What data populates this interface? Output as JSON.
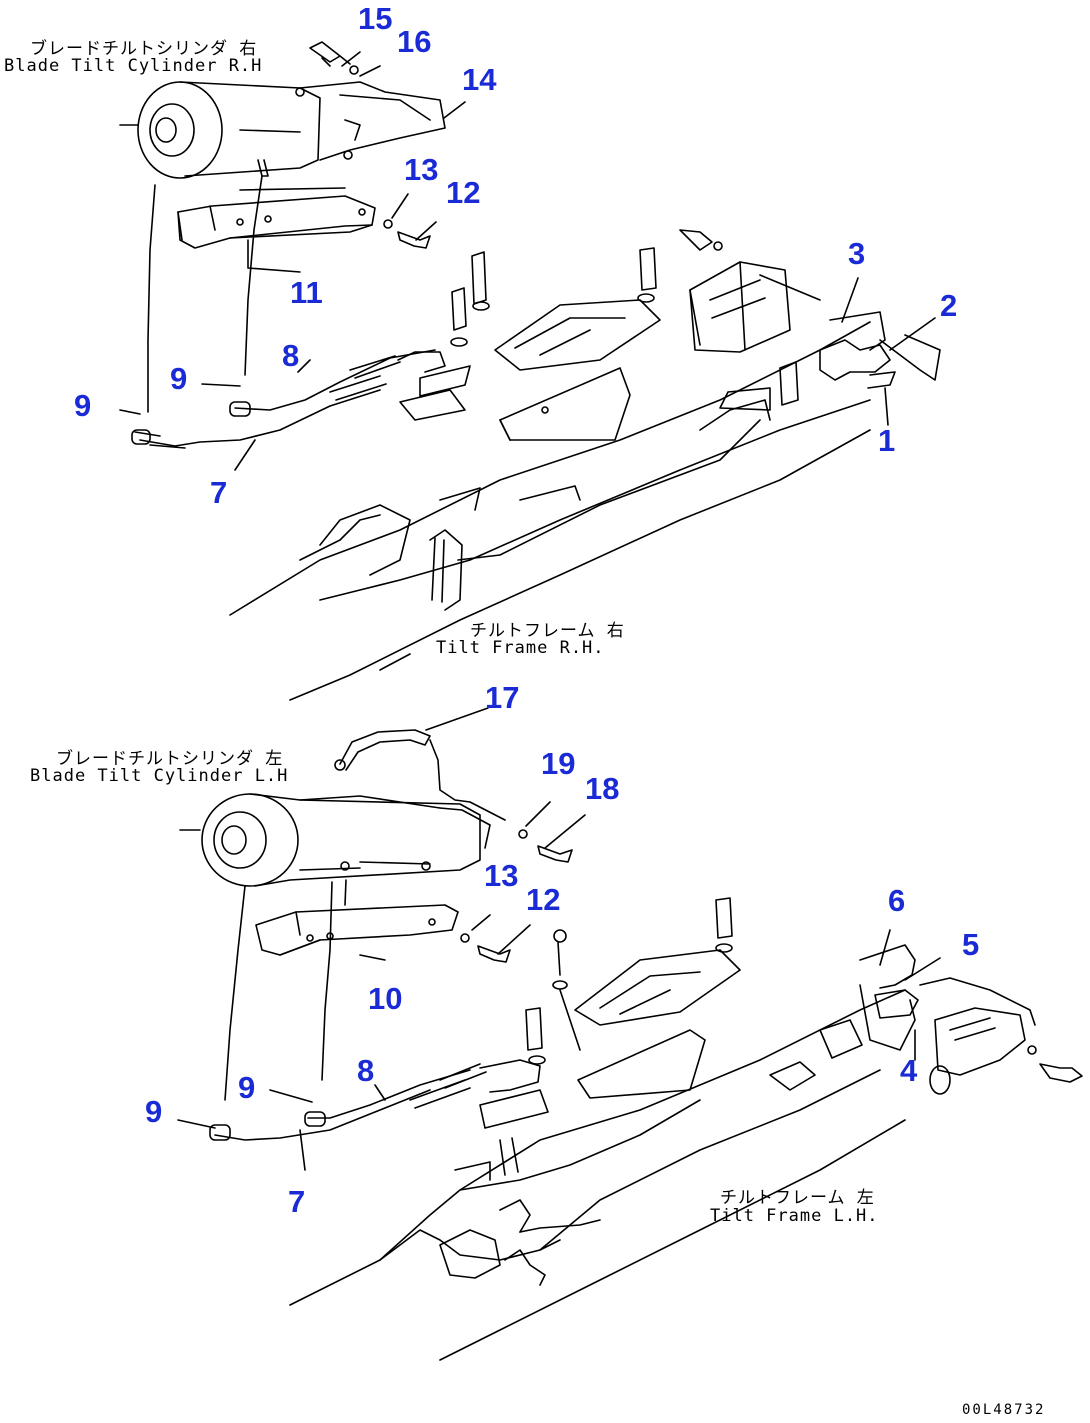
{
  "captions": {
    "rh_cyl_jp": "ブレードチルトシリンダ 右",
    "rh_cyl_en": "Blade Tilt Cylinder R.H",
    "rh_frame_jp": "チルトフレーム 右",
    "rh_frame_en": "Tilt Frame R.H.",
    "lh_cyl_jp": "ブレードチルトシリンダ 左",
    "lh_cyl_en": "Blade Tilt Cylinder L.H",
    "lh_frame_jp": "チルトフレーム 左",
    "lh_frame_en": "Tilt Frame L.H."
  },
  "callouts": {
    "c1": "1",
    "c2": "2",
    "c3": "3",
    "c4": "4",
    "c5": "5",
    "c6": "6",
    "c7a": "7",
    "c7b": "7",
    "c8a": "8",
    "c8b": "8",
    "c9a": "9",
    "c9b": "9",
    "c9c": "9",
    "c9d": "9",
    "c10": "10",
    "c11": "11",
    "c12a": "12",
    "c12b": "12",
    "c13a": "13",
    "c13b": "13",
    "c14": "14",
    "c15": "15",
    "c16": "16",
    "c17": "17",
    "c18": "18",
    "c19": "19"
  },
  "drawing_code": "00L48732",
  "colors": {
    "callout": "#1a2bd6",
    "line": "#000000",
    "background": "#ffffff"
  }
}
